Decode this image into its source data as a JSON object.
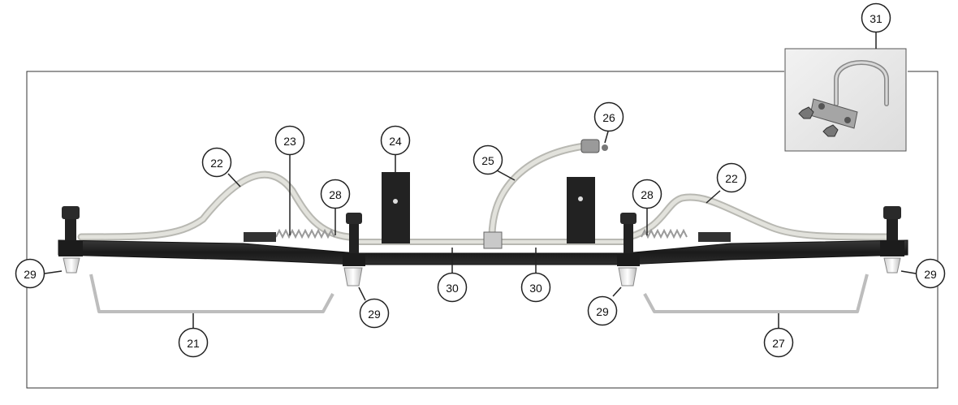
{
  "diagram": {
    "callouts": [
      {
        "id": "c21",
        "label": "21"
      },
      {
        "id": "c22a",
        "label": "22"
      },
      {
        "id": "c22b",
        "label": "22"
      },
      {
        "id": "c23",
        "label": "23"
      },
      {
        "id": "c24",
        "label": "24"
      },
      {
        "id": "c25",
        "label": "25"
      },
      {
        "id": "c26",
        "label": "26"
      },
      {
        "id": "c27",
        "label": "27"
      },
      {
        "id": "c28a",
        "label": "28"
      },
      {
        "id": "c28b",
        "label": "28"
      },
      {
        "id": "c29a",
        "label": "29"
      },
      {
        "id": "c29b",
        "label": "29"
      },
      {
        "id": "c29c",
        "label": "29"
      },
      {
        "id": "c29d",
        "label": "29"
      },
      {
        "id": "c30a",
        "label": "30"
      },
      {
        "id": "c30b",
        "label": "30"
      },
      {
        "id": "c31",
        "label": "31"
      }
    ]
  },
  "colors": {
    "frame": "#333333",
    "bar": "#1e1e1e",
    "hose": "#d2d2cc",
    "bracket_gray": "#bdbdbd",
    "inset_bg": "#e9e9e9"
  }
}
